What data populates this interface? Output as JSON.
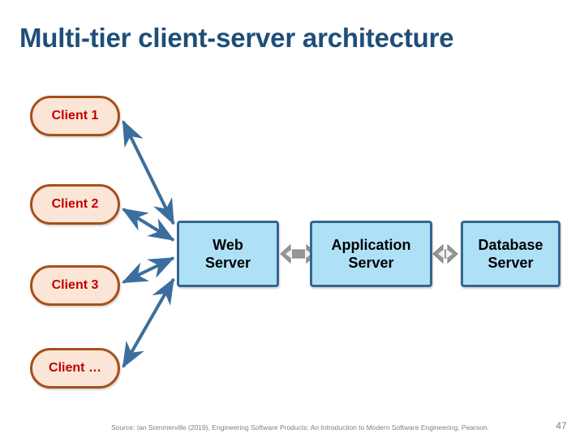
{
  "slide": {
    "title": "Multi-tier client-server architecture",
    "title_color": "#1F4E79",
    "background_color": "#FFFFFF"
  },
  "diagram": {
    "clients": [
      {
        "label": "Client 1"
      },
      {
        "label": "Client 2"
      },
      {
        "label": "Client 3"
      },
      {
        "label": "Client …"
      }
    ],
    "servers": [
      {
        "label": "Web\nServer"
      },
      {
        "label": "Application\nServer"
      },
      {
        "label": "Database\nServer"
      }
    ],
    "client_fill_color": "#FBE5D6",
    "client_border_color": "#A65019",
    "client_text_color": "#C00000",
    "server_fill_color": "#AEE1F7",
    "server_border_color": "#35668F",
    "server_text_color": "#000000",
    "client_connector_color": "#3B6E9E",
    "server_connector_color": "#969696"
  },
  "footer": {
    "source": "Source: Ian Sommerville (2019), Engineering Software Products: An Introduction to Modern Software Engineering, Pearson.",
    "page_number": "47",
    "text_color": "#808080"
  }
}
